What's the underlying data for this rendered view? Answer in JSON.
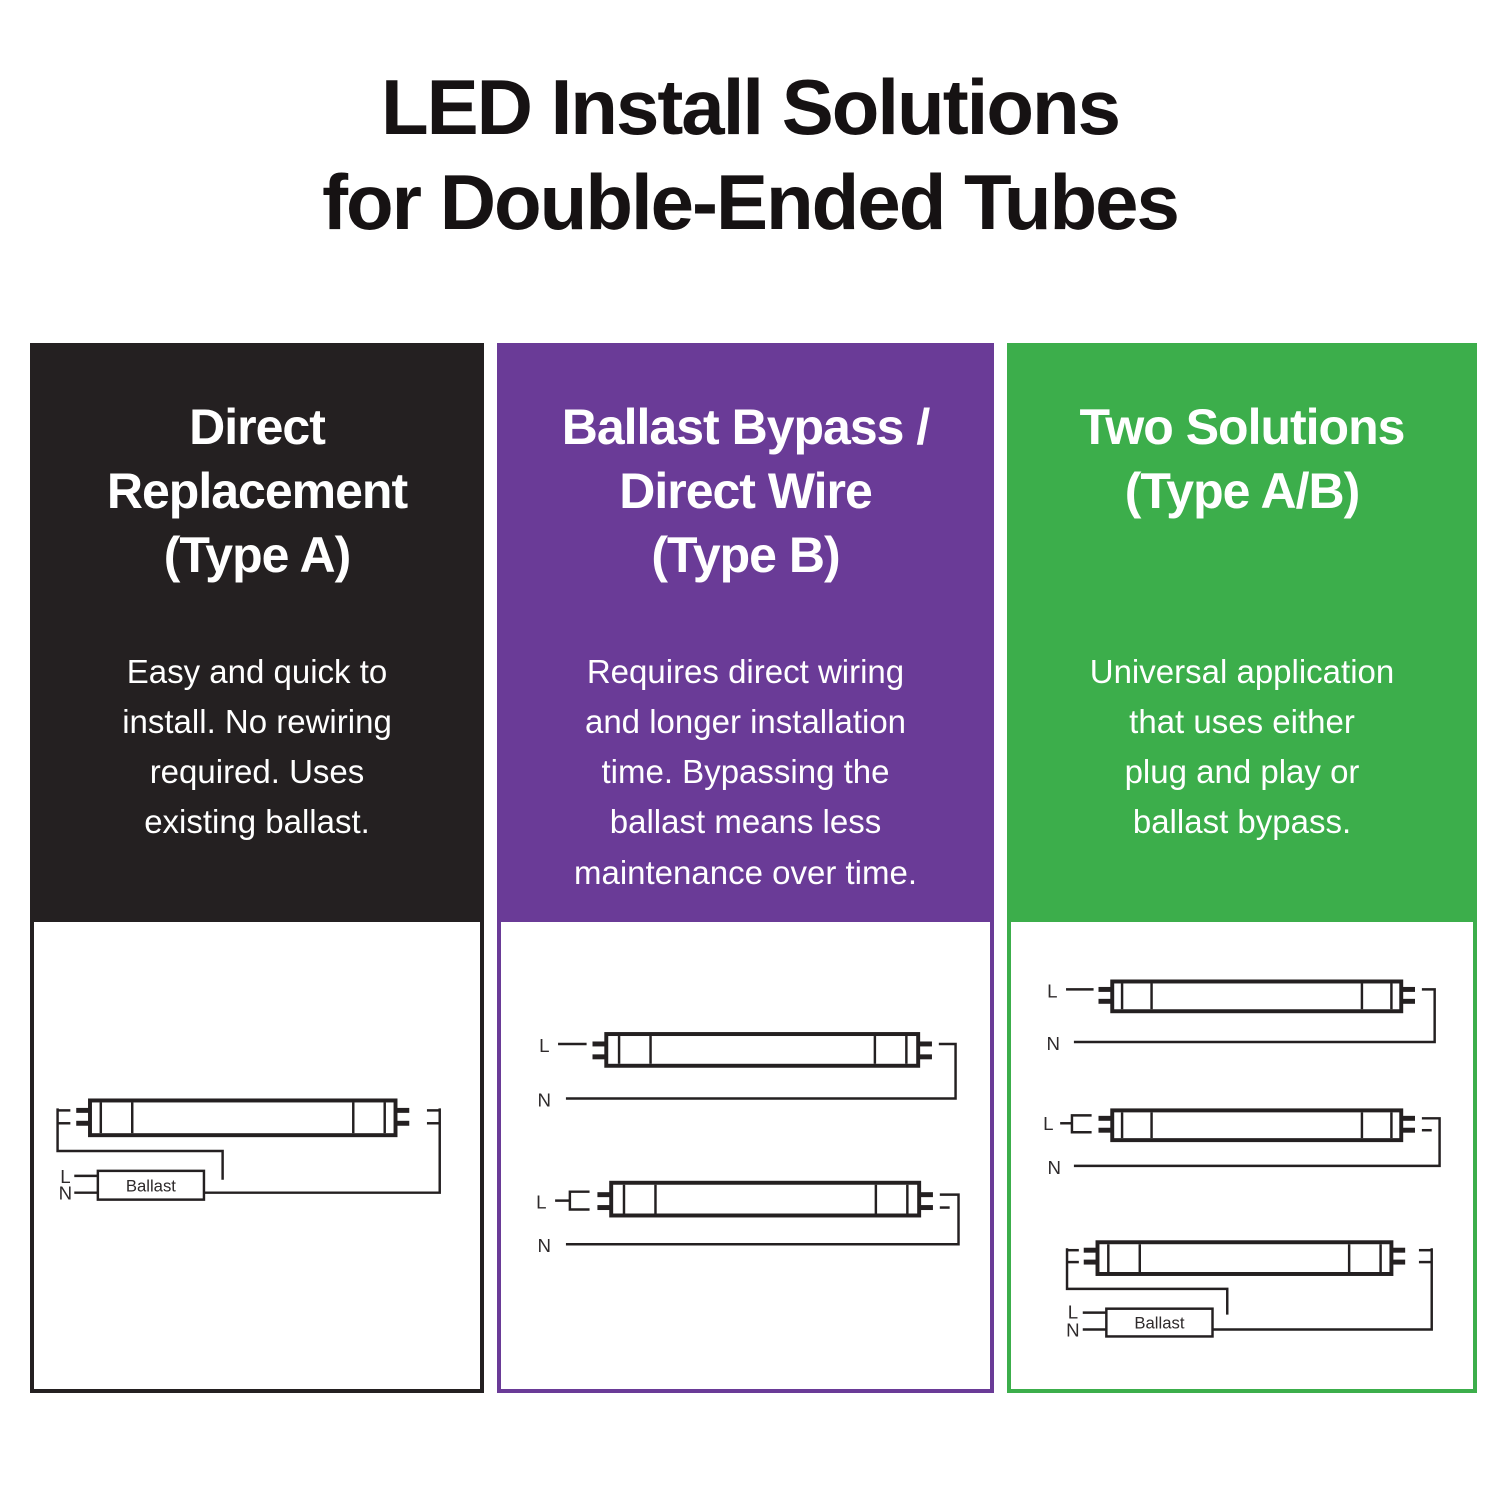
{
  "title": {
    "lines": [
      "LED Install Solutions",
      "for Double-Ended Tubes"
    ]
  },
  "diagram_labels": {
    "line": "L",
    "neutral": "N",
    "ballast": "Ballast"
  },
  "panels": [
    {
      "name": "Direct Replacement (Type A)",
      "accent_color": "#242021",
      "title_lines": [
        "Direct",
        "Replacement",
        "(Type A)"
      ],
      "title_text": "Direct Replacement (Type A)",
      "body_lines": [
        "Easy and quick to",
        "install. No rewiring",
        "required. Uses",
        "existing ballast."
      ],
      "body_text": "Easy and quick to install. No rewiring required. Uses existing ballast."
    },
    {
      "name": "Ballast Bypass / Direct Wire (Type B)",
      "accent_color": "#6a3b97",
      "title_lines": [
        "Ballast Bypass /",
        "Direct Wire",
        "(Type B)"
      ],
      "title_text": "Ballast Bypass / Direct Wire (Type B)",
      "body_lines": [
        "Requires direct wiring",
        "and longer installation",
        "time. Bypassing the",
        "ballast means less",
        "maintenance over time."
      ],
      "body_text": "Requires direct wiring and longer installation time. Bypassing the ballast means less maintenance over time."
    },
    {
      "name": "Two Solutions (Type A/B)",
      "accent_color": "#3cae4b",
      "title_lines": [
        "Two Solutions",
        "(Type A/B)"
      ],
      "title_text": "Two Solutions (Type A/B)",
      "body_lines": [
        "Universal application",
        "that uses either",
        "plug and play or",
        "ballast bypass."
      ],
      "body_text": "Universal application that uses either plug and play or ballast bypass."
    }
  ]
}
